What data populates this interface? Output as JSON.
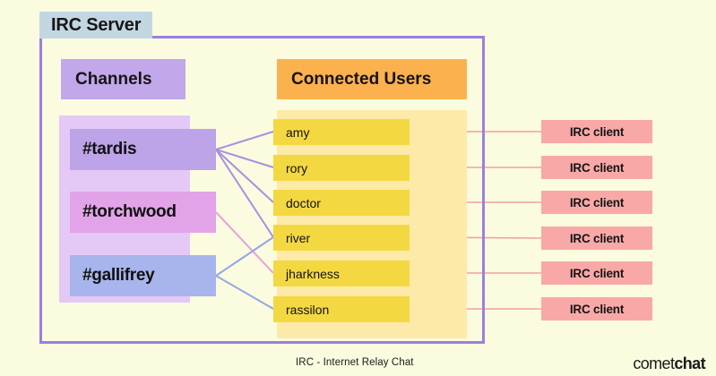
{
  "diagram": {
    "background_color": "#fbfbdf",
    "caption": "IRC - Internet Relay Chat",
    "brand": {
      "light": "comet",
      "bold": "chat"
    }
  },
  "server": {
    "title": "IRC Server",
    "title_bg": "#c3d7e3",
    "border_color": "#9b7fe0"
  },
  "channels": {
    "header": "Channels",
    "header_bg": "#c2a7ea",
    "panel_bg": "#e4c9f6",
    "items": [
      {
        "label": "#tardis",
        "color": "#bda3e8"
      },
      {
        "label": "#torchwood",
        "color": "#e3a3e8"
      },
      {
        "label": "#gallifrey",
        "color": "#a7b5ec"
      }
    ]
  },
  "users": {
    "header": "Connected Users",
    "header_bg": "#fcb14f",
    "panel_bg": "#fdeaa8",
    "item_bg": "#f4d842",
    "items": [
      {
        "label": "amy"
      },
      {
        "label": "rory"
      },
      {
        "label": "doctor"
      },
      {
        "label": "river"
      },
      {
        "label": "jharkness"
      },
      {
        "label": "rassilon"
      }
    ]
  },
  "clients": {
    "item_bg": "#f9a8a8",
    "items": [
      {
        "label": "IRC client"
      },
      {
        "label": "IRC client"
      },
      {
        "label": "IRC client"
      },
      {
        "label": "IRC client"
      },
      {
        "label": "IRC client"
      },
      {
        "label": "IRC client"
      }
    ]
  },
  "connections": {
    "channel_to_user": [
      {
        "from": "#tardis",
        "to": "amy",
        "color": "#a98fe0"
      },
      {
        "from": "#tardis",
        "to": "rory",
        "color": "#a98fe0"
      },
      {
        "from": "#tardis",
        "to": "doctor",
        "color": "#a98fe0"
      },
      {
        "from": "#tardis",
        "to": "river",
        "color": "#a98fe0"
      },
      {
        "from": "#torchwood",
        "to": "jharkness",
        "color": "#e8a0d8"
      },
      {
        "from": "#gallifrey",
        "to": "river",
        "color": "#94a6e8"
      },
      {
        "from": "#gallifrey",
        "to": "rassilon",
        "color": "#94a6e8"
      }
    ],
    "user_to_client": [
      {
        "from": "amy",
        "to": "IRC client",
        "color": "#f2a0a0"
      },
      {
        "from": "rory",
        "to": "IRC client",
        "color": "#f2a0a0"
      },
      {
        "from": "doctor",
        "to": "IRC client",
        "color": "#f2a0a0"
      },
      {
        "from": "river",
        "to": "IRC client",
        "color": "#f2a0a0"
      },
      {
        "from": "jharkness",
        "to": "IRC client",
        "color": "#f2a0a0"
      },
      {
        "from": "rassilon",
        "to": "IRC client",
        "color": "#f2a0a0"
      }
    ]
  }
}
